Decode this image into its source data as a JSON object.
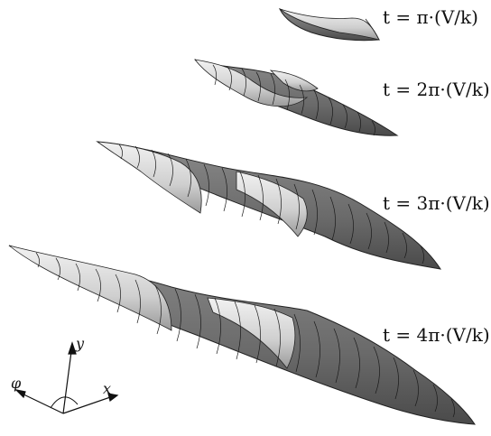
{
  "labels": {
    "time_1": "t = π·(V/k)",
    "time_2": "t = 2π·(V/k)",
    "time_3": "t = 3π·(V/k)",
    "time_4": "t = 4π·(V/k)"
  },
  "axes": {
    "x": "x",
    "y": "y",
    "phi": "φ"
  },
  "colors": {
    "light": "#d9d9d9",
    "mid": "#a6a6a6",
    "dark": "#6e6e6e",
    "darker": "#555555",
    "line": "#1a1a1a"
  }
}
